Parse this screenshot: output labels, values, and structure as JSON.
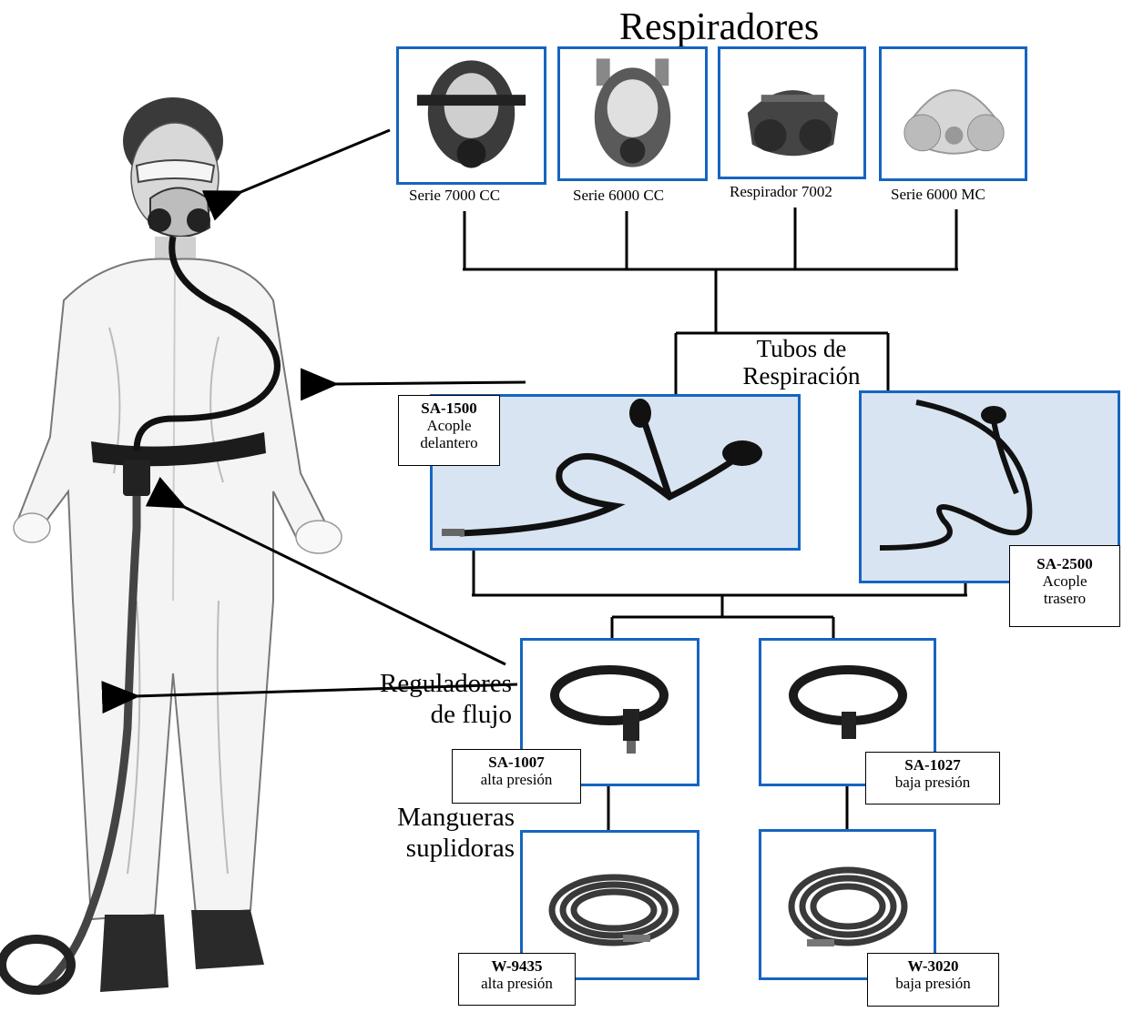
{
  "title": "Respiradores",
  "respirators": [
    {
      "caption": "Serie 7000 CC",
      "image": "full-facepiece-respirator-icon"
    },
    {
      "caption": "Serie 6000 CC",
      "image": "full-facepiece-respirator-icon"
    },
    {
      "caption": "Respirador 7002",
      "image": "half-mask-respirator-icon"
    },
    {
      "caption": "Serie 6000 MC",
      "image": "half-mask-respirator-icon"
    }
  ],
  "breathing_tubes": {
    "heading_line1": "Tubos de",
    "heading_line2": "Respiración",
    "items": [
      {
        "code": "SA-1500",
        "desc_line1": "Acople",
        "desc_line2": "delantero",
        "image": "breathing-tube-icon"
      },
      {
        "code": "SA-2500",
        "desc_line1": "Acople",
        "desc_line2": "trasero",
        "image": "breathing-tube-icon"
      }
    ]
  },
  "regulators": {
    "heading_line1": "Reguladores",
    "heading_line2": "de flujo",
    "items": [
      {
        "code": "SA-1007",
        "desc": "alta presión",
        "image": "belt-regulator-icon"
      },
      {
        "code": "SA-1027",
        "desc": "baja presión",
        "image": "belt-regulator-icon"
      }
    ]
  },
  "hoses": {
    "heading_line1": "Mangueras",
    "heading_line2": "suplidoras",
    "items": [
      {
        "code": "W-9435",
        "desc": "alta presión",
        "image": "coiled-hose-icon"
      },
      {
        "code": "W-3020",
        "desc": "baja presión",
        "image": "coiled-hose-icon"
      }
    ]
  },
  "worker_image": "worker-in-protective-suit-icon",
  "colors": {
    "frame": "#1565c0",
    "tint": "#d9e4f2",
    "line": "#000000"
  }
}
